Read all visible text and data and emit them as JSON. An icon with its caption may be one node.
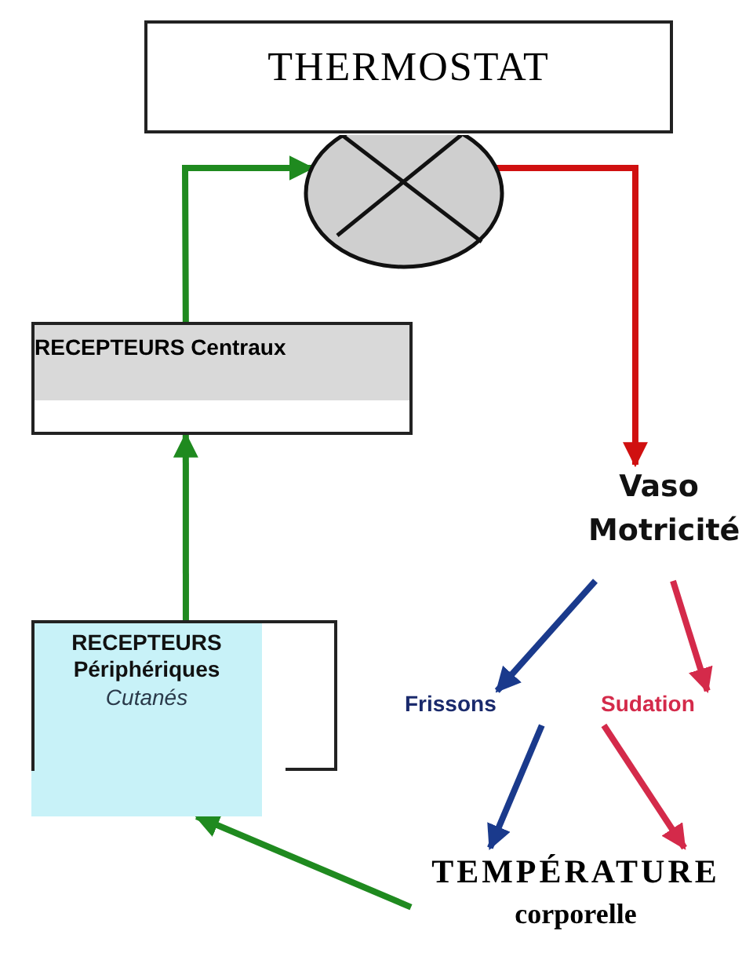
{
  "diagram": {
    "nodes": [
      {
        "text": [
          "THERMOSTAT"
        ]
      },
      {
        "text": [],
        "shape": "circle"
      },
      {
        "text": [
          "RECEPTEURS Centraux"
        ]
      },
      {
        "text": [
          "RECEPTEURS Périphériques",
          "Cutanés"
        ]
      },
      {
        "text": [
          "Vaso Motricité"
        ]
      },
      {
        "text": [
          "Frissons"
        ]
      },
      {
        "text": [
          "Sudation"
        ]
      },
      {
        "text": [
          "TEMPÉRATURE",
          "corporelle"
        ]
      }
    ],
    "edges": [
      {
        "from": 2,
        "to": 1,
        "arrow": "to"
      },
      {
        "from": 1,
        "to": 4,
        "arrow": "to",
        "color": "#d01010"
      },
      {
        "from": 3,
        "to": 2,
        "arrow": "to"
      },
      {
        "from": 7,
        "to": 3,
        "arrow": "to"
      },
      {
        "from": 4,
        "to": 5,
        "arrow": "to",
        "color": "#1a3a8c"
      },
      {
        "from": 4,
        "to": 6,
        "arrow": "to",
        "color": "#d42a4a"
      },
      {
        "from": 5,
        "to": 7,
        "arrow": "to",
        "color": "#1a3a8c"
      },
      {
        "from": 6,
        "to": 7,
        "arrow": "to",
        "color": "#d42a4a"
      }
    ]
  }
}
